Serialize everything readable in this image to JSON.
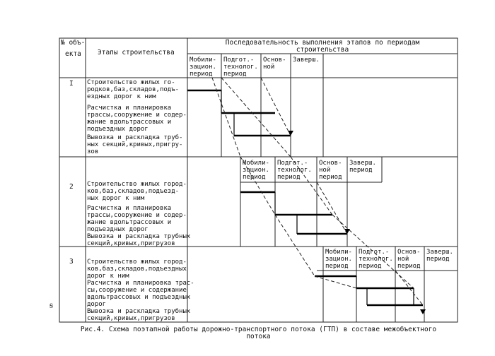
{
  "header": {
    "num_col": [
      "№ объ-",
      "екта"
    ],
    "stages_col": "Этапы строительства",
    "sequence": [
      "Последовательность выполнения этапов по периодам",
      "строительства"
    ]
  },
  "periods": {
    "mob": [
      "Мобили-",
      "зацион.",
      "период"
    ],
    "prep": [
      "Подгот.-",
      "технолог.",
      "период"
    ],
    "main": [
      "Основ-",
      "ной"
    ],
    "main3": [
      "Основ-",
      "ной",
      "период"
    ],
    "final": [
      "Заверш."
    ],
    "final2": [
      "Заверш.",
      "период"
    ]
  },
  "objects": [
    {
      "number": "I",
      "stages": [
        [
          "Строительство жилых го-",
          "родков,баз,складов,подъ-",
          "ездных дорог к ним"
        ],
        [
          "Расчистка и планировка",
          "трассы,сооружение и содер-",
          "жание вдольтрассовых и",
          "подъездных дорог"
        ],
        [
          "Вывозка и раскладка труб-",
          "ных секций,кривых,пригру-",
          "зов"
        ]
      ]
    },
    {
      "number": "2",
      "stages": [
        [
          "Строительство жилых город-",
          "ков,баз,складов,подъезд-",
          "ных дорог к ним"
        ],
        [
          "Расчистка и планировка",
          "трассы,сооружение и содер-",
          "жание вдольтрассовых и",
          "подъездных дорог"
        ],
        [
          "Вывозка и раскладка трубных",
          "секций,кривых,пригрузов"
        ]
      ]
    },
    {
      "number": "3",
      "stages": [
        [
          "Строительство жилых город-",
          "ков,баз,складов,подъездных",
          "дорог к ним"
        ],
        [
          "Расчистка и планировка трас-",
          "сы,сооружение и содержание",
          "вдольтрассовых и подъездных",
          "дорог"
        ],
        [
          "Вывозка и раскладка трубных",
          "секций,кривых,пригрузов"
        ]
      ]
    }
  ],
  "caption": [
    "Рис.4. Схема поэтапной работы дорожно-транспортного потока (ГТП) в составе межобъектного",
    "потока"
  ],
  "margin_mark": "ꭶ"
}
